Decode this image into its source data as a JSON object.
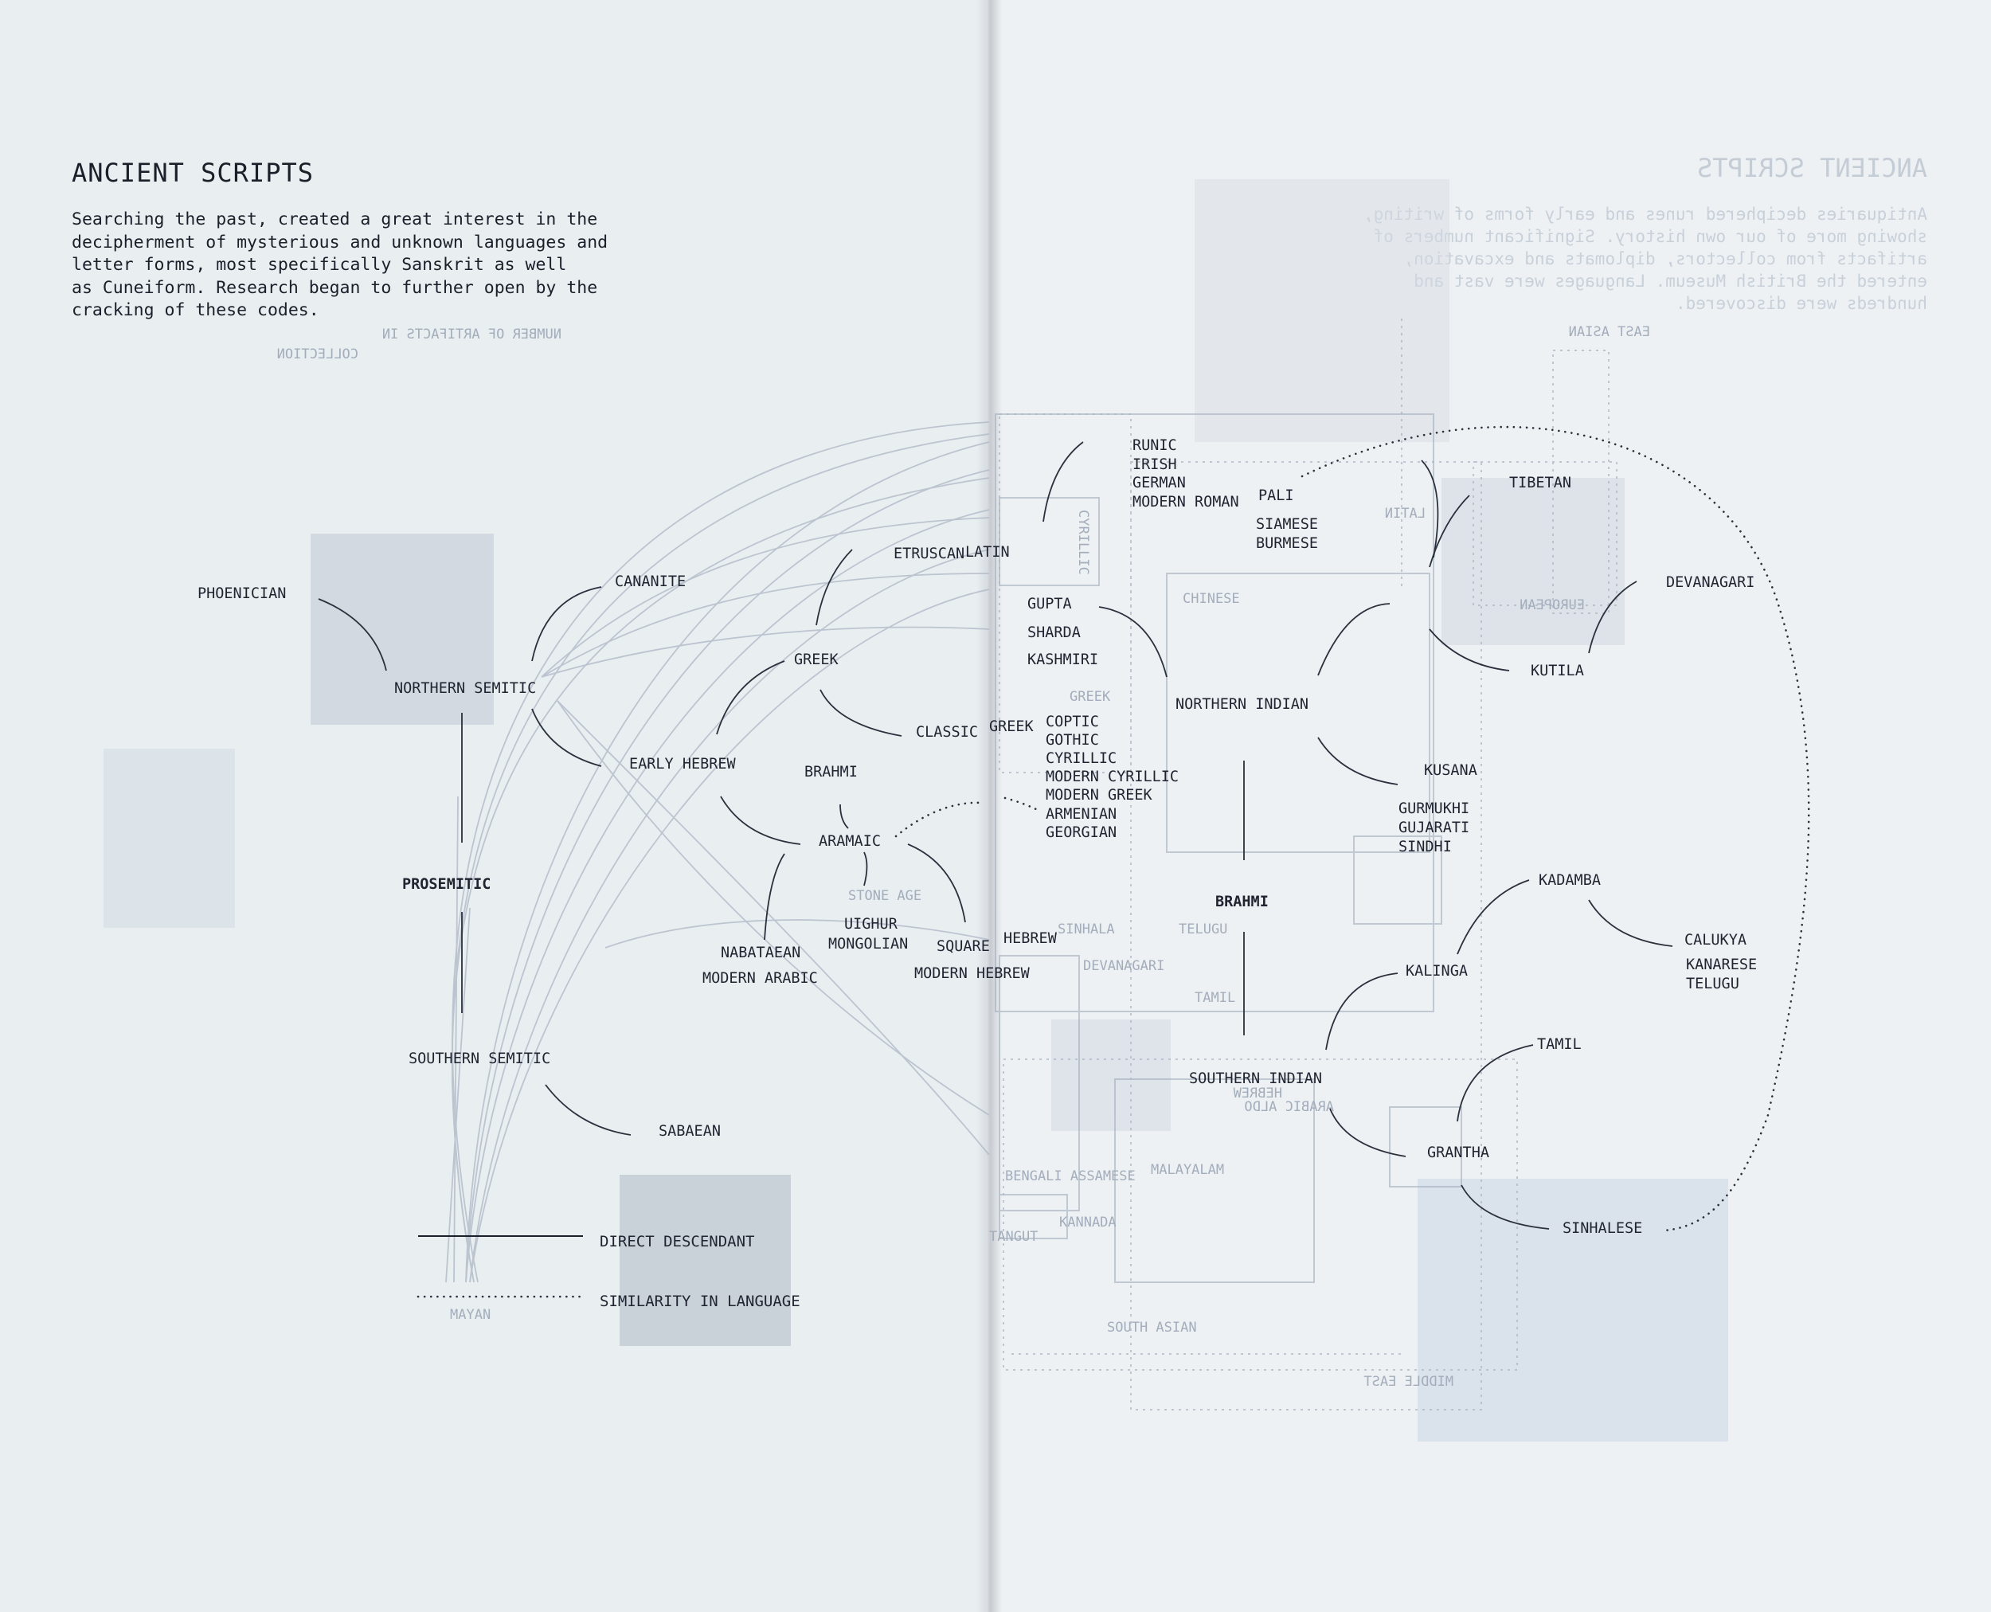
{
  "left_page": {
    "title": "ANCIENT SCRIPTS",
    "intro": "Searching the past, created a great interest in the\ndecipherment of mysterious and unknown languages and\nletter forms, most specifically Sanskrit as well\nas Cuneiform. Research began to further open by the\ncracking of these codes."
  },
  "right_page_bleed": {
    "title": "ANCIENT SCRIPTS",
    "text": "Antiquaries deciphered runes and early forms of writing,\nshowing more of our own history. Significant numbers of\nartifacts from collectors, diplomats and excavation,\nentered the British Museum. Languages were vast and\nhundreds were discovered."
  },
  "colors": {
    "ink": "#1a1f2a",
    "muted": "#414a58",
    "ghost": "#9aa6b6",
    "page": "#e9eef1"
  },
  "legend": {
    "direct": "DIRECT DESCENDANT",
    "similar": "SIMILARITY IN LANGUAGE"
  },
  "nodes": {
    "phoenician": "PHOENICIAN",
    "cananite": "CANANITE",
    "northern_semitic": "NORTHERN SEMITIC",
    "prosemitic": "PROSEMITIC",
    "southern_semitic": "SOUTHERN SEMITIC",
    "sabaean": "SABAEAN",
    "early_hebrew": "EARLY HEBREW",
    "greek": "GREEK",
    "etruscan": "ETRUSCAN",
    "latin": "LATIN",
    "classic": "CLASSIC",
    "brahmi_left": "BRAHMI",
    "aramaic": "ARAMAIC",
    "uighur": "UIGHUR",
    "mongolian": "MONGOLIAN",
    "nabataean": "NABATAEAN",
    "modern_arabic": "MODERN ARABIC",
    "square": "SQUARE",
    "hebrew": "HEBREW",
    "modern_hebrew": "MODERN HEBREW",
    "runic": "RUNIC",
    "irish": "IRISH",
    "german": "GERMAN",
    "modern_roman": "MODERN ROMAN",
    "greek_right": "GREEK",
    "coptic": "COPTIC",
    "gothic": "GOTHIC",
    "cyrillic": "CYRILLIC",
    "modern_cyrillic": "MODERN CYRILLIC",
    "modern_greek": "MODERN GREEK",
    "armenian": "ARMENIAN",
    "georgian": "GEORGIAN",
    "gupta": "GUPTA",
    "sharda": "SHARDA",
    "kashmiri": "KASHMIRI",
    "pali": "PALI",
    "siamese": "SIAMESE",
    "burmese": "BURMESE",
    "tibetan": "TIBETAN",
    "devanagari": "DEVANAGARI",
    "kutila": "KUTILA",
    "northern_indian": "NORTHERN INDIAN",
    "kusana": "KUSANA",
    "gurmukhi": "GURMUKHI",
    "gujarati": "GUJARATI",
    "sindhi": "SINDHI",
    "brahmi_right": "BRAHMI",
    "kadamba": "KADAMBA",
    "calukya": "CALUKYA",
    "kanarese": "KANARESE",
    "telugu": "TELUGU",
    "kalinga": "KALINGA",
    "southern_indian": "SOUTHERN INDIAN",
    "tamil": "TAMIL",
    "grantha": "GRANTHA",
    "sinhalese": "SINHALESE"
  },
  "bleed_labels": {
    "number_of_artifacts": "NUMBER OF ARTIFACTS IN",
    "collection": "COLLECTION",
    "east_asian": "EAST ASIAN",
    "european": "EUROPEAN",
    "chinese": "CHINESE",
    "latin": "LATIN",
    "cyrillic": "CYRILLIC",
    "greek": "GREEK",
    "hebrew": "HEBREW",
    "arabic": "ARABIC ALDO",
    "sinhala": "SINHALA",
    "telugu": "TELUGU",
    "devanagari": "DEVANAGARI",
    "tamil": "TAMIL",
    "malayalam": "MALAYALAM",
    "bengali": "BENGALI ASSAMESE",
    "tangut": "TANGUT",
    "south_asian": "SOUTH ASIAN",
    "middle_east": "MIDDLE EAST",
    "mayan": "MAYAN",
    "kannada": "KANNADA",
    "stone_age": "STONE AGE"
  }
}
